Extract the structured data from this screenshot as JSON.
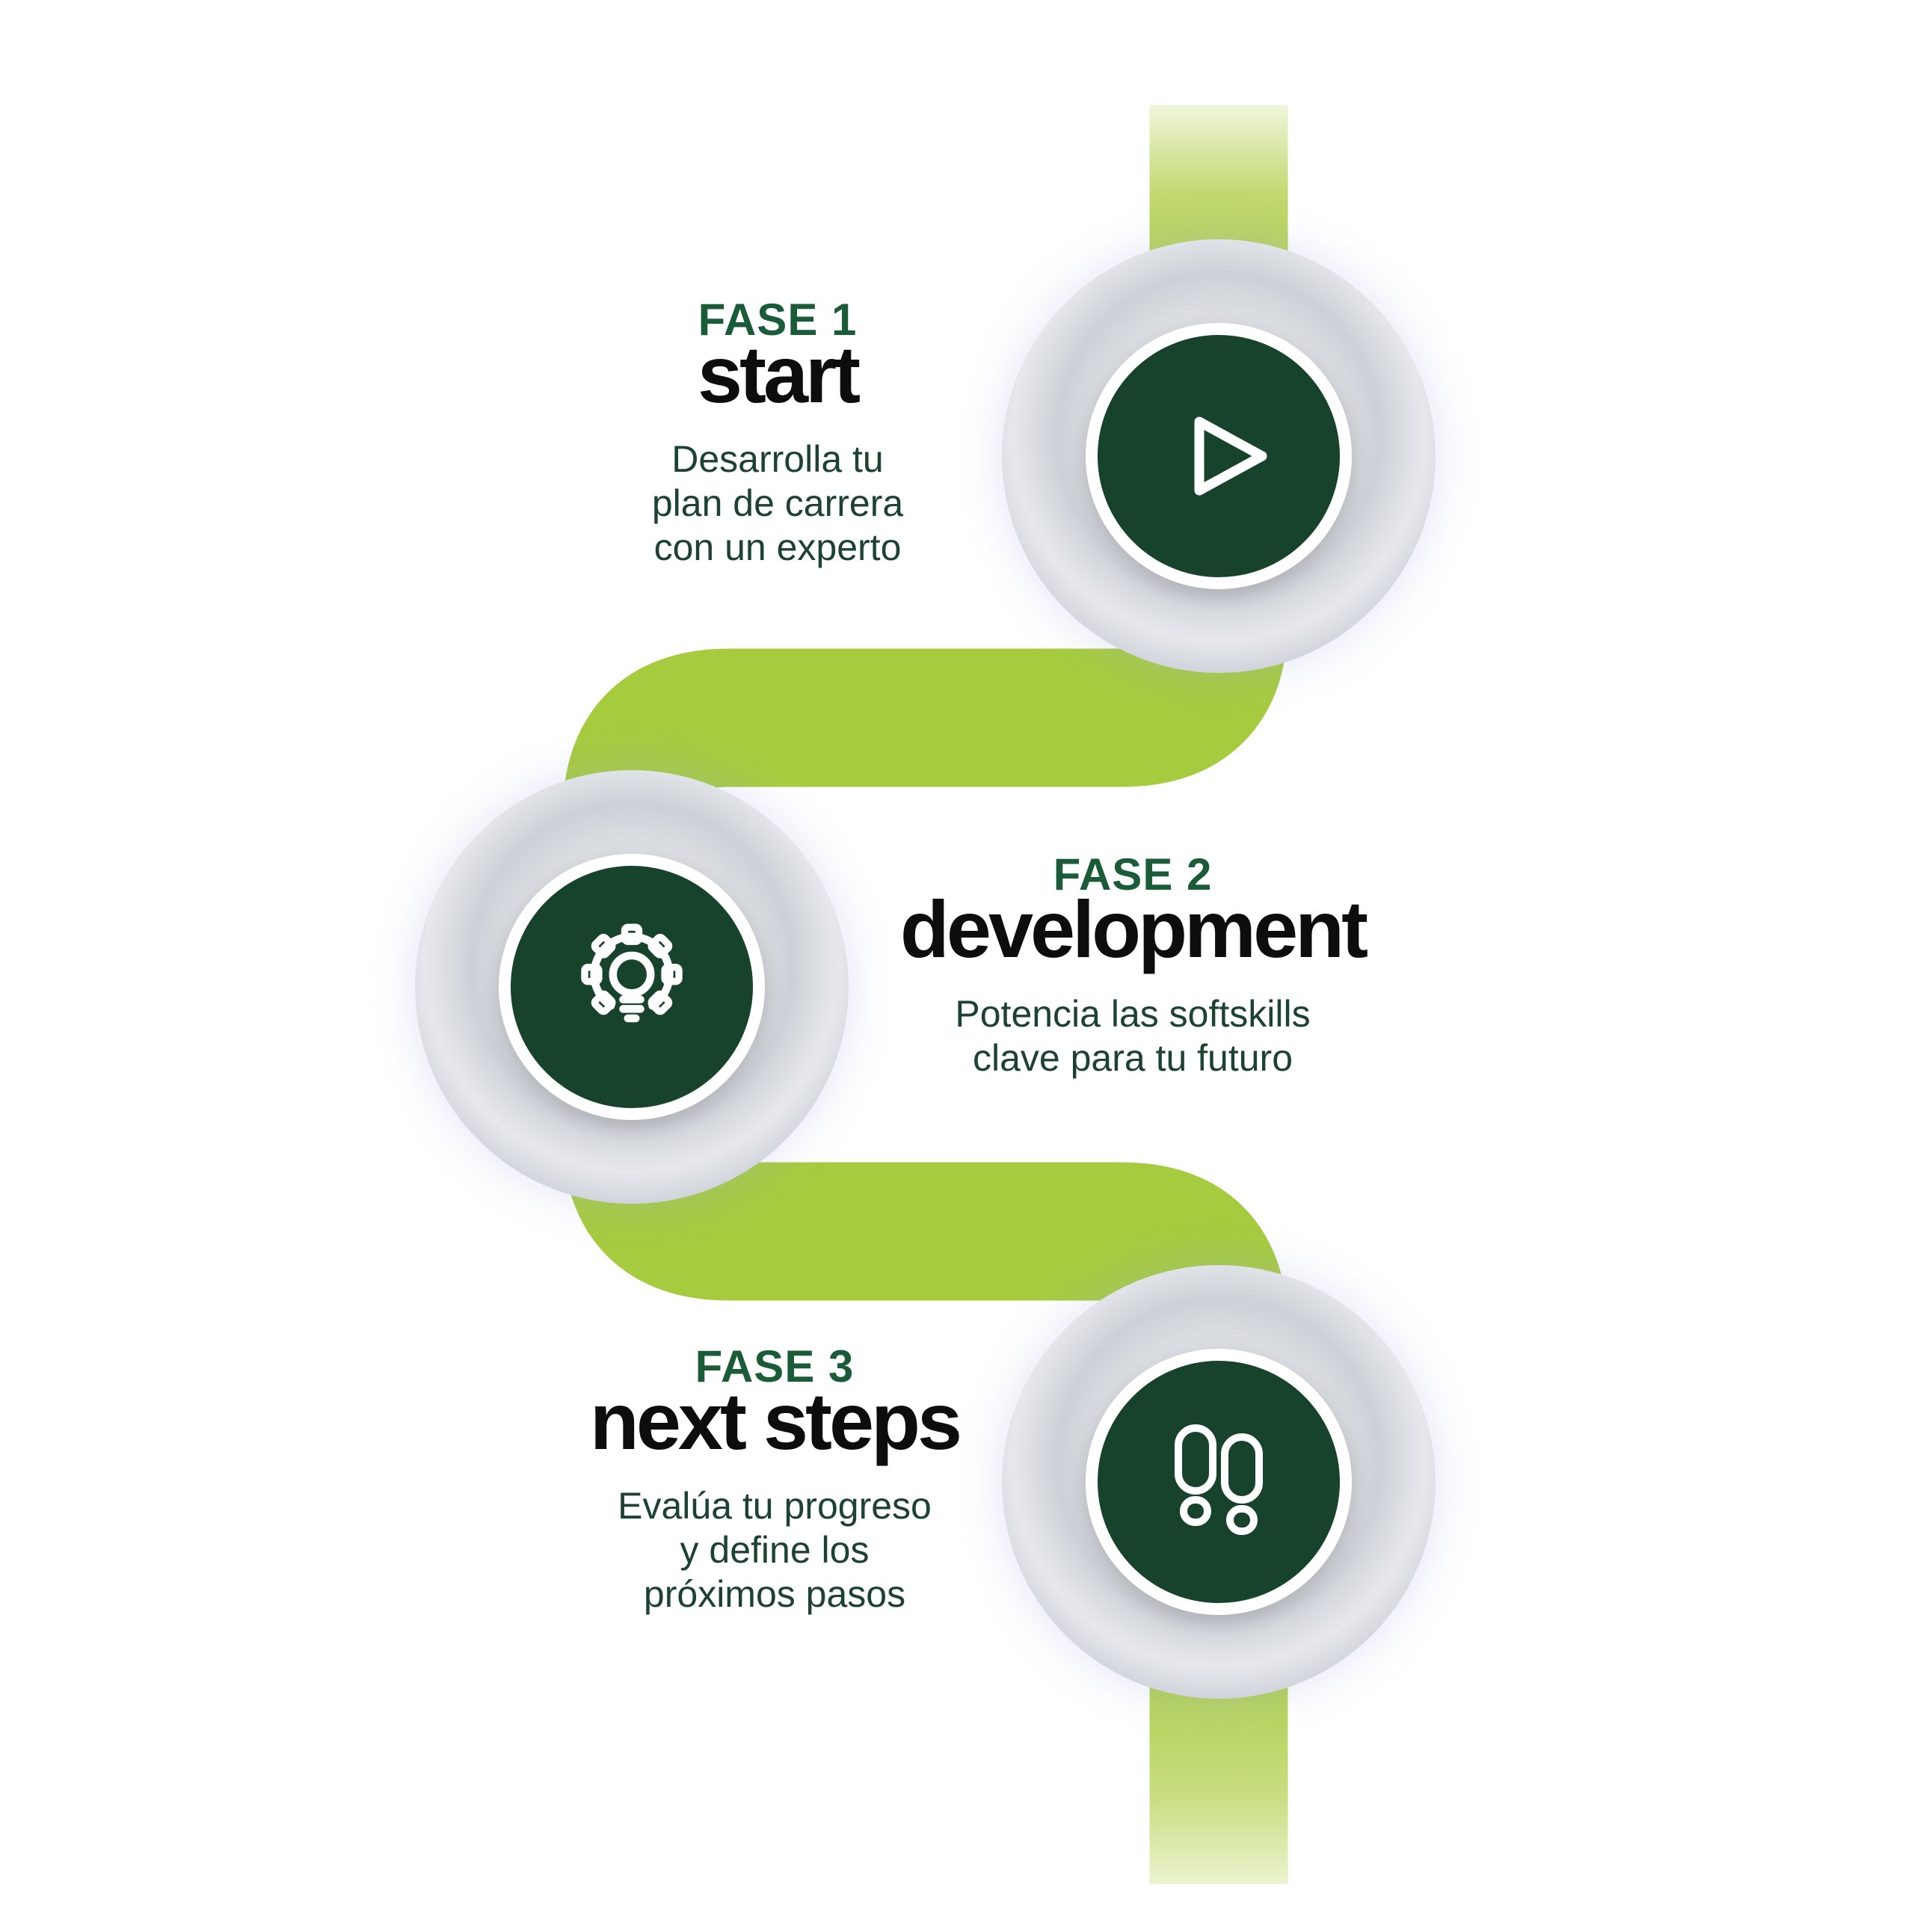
{
  "infographic": {
    "phases": [
      {
        "fase": "FASE 1",
        "title": "start",
        "description": [
          "Desarrolla tu",
          "plan de carrera",
          "con un experto"
        ],
        "icon": "play-icon"
      },
      {
        "fase": "FASE 2",
        "title": "development",
        "description": [
          "Potencia las softskills",
          "clave para tu futuro"
        ],
        "icon": "lightbulb-gear-icon"
      },
      {
        "fase": "FASE 3",
        "title": "next steps",
        "description": [
          "Evalúa tu progreso",
          "y define los",
          "próximos pasos"
        ],
        "icon": "footprints-icon"
      }
    ],
    "colors": {
      "path_green": "#a6cb3f",
      "node_green": "#17432c",
      "fase_label_green": "#1a5c38",
      "title_black": "#0d0d0d",
      "description_green": "#1c4232",
      "halo_gray": "#cdd1d7"
    }
  }
}
